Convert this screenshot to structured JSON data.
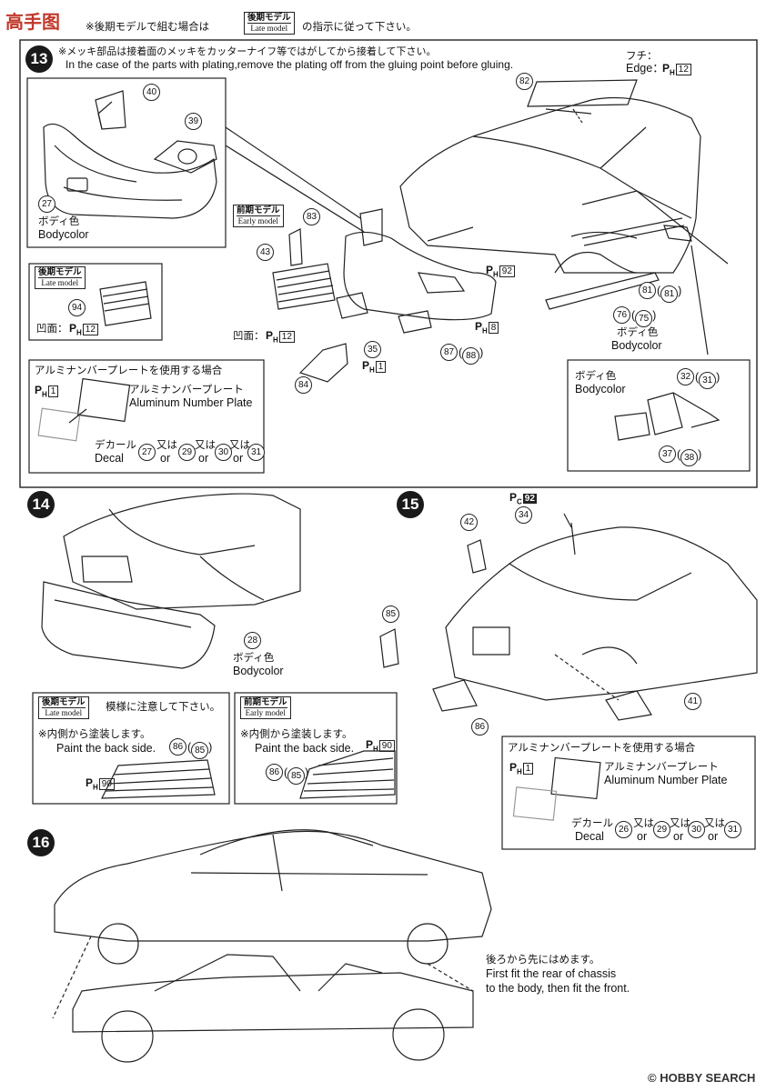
{
  "header": {
    "prefix": "※後期モデルで組む場合は",
    "pill_jp": "後期モデル",
    "pill_en": "Late model",
    "suffix": "の指示に従って下さい。"
  },
  "watermark": {
    "top": "HOBBY SEARCH",
    "corner": "高手图"
  },
  "step13": {
    "number": "13",
    "note_jp": "※メッキ部品は接着面のメッキをカッターナイフ等ではがしてから接着して下さい。",
    "note_en": "In the case of the parts with plating,remove the plating off from the gluing point before gluing.",
    "edge_jp": "フチ：",
    "edge_en": "Edge：",
    "edge_ref": "12",
    "early_pill_jp": "前期モデル",
    "early_pill_en": "Early model",
    "late_pill_jp": "後期モデル",
    "late_pill_en": "Late model",
    "bodycolor_jp": "ボディ色",
    "bodycolor_en": "Bodycolor",
    "concave_jp": "凹面：",
    "parts": [
      "82",
      "40",
      "39",
      "27",
      "83",
      "43",
      "94",
      "35",
      "87",
      "88",
      "84",
      "81",
      "76",
      "75",
      "32",
      "31",
      "37",
      "38"
    ],
    "ref_92": "92",
    "ref_8": "8",
    "ref_1": "1",
    "ref_12": "12",
    "alu_title": "アルミナンバープレートを使用する場合",
    "alu_jp": "アルミナンバープレート",
    "alu_en": "Aluminum Number Plate",
    "decal_jp": "デカール",
    "decal_en": "Decal",
    "or_jp": "又は",
    "or_en": "or",
    "decal_parts": [
      "27",
      "29",
      "30",
      "31"
    ]
  },
  "step14": {
    "number": "14",
    "part": "28",
    "bodycolor_jp": "ボディ色",
    "bodycolor_en": "Bodycolor",
    "late_pill_jp": "後期モデル",
    "late_pill_en": "Late model",
    "late_note": "模様に注意して下さい。",
    "early_pill_jp": "前期モデル",
    "early_pill_en": "Early model",
    "paint_jp": "※内側から塗装します。",
    "paint_en": "Paint the back side.",
    "parts_86": "86",
    "parts_85": "85",
    "ref_90": "90"
  },
  "step15": {
    "number": "15",
    "pc_ref": "92",
    "parts": [
      "34",
      "42",
      "85",
      "86",
      "41"
    ],
    "alu_title": "アルミナンバープレートを使用する場合",
    "alu_jp": "アルミナンバープレート",
    "alu_en": "Aluminum Number Plate",
    "decal_jp": "デカール",
    "decal_en": "Decal",
    "or_jp": "又は",
    "or_en": "or",
    "decal_parts": [
      "26",
      "29",
      "30",
      "31"
    ],
    "ref_1": "1"
  },
  "step16": {
    "number": "16",
    "note_jp": "後ろから先にはめます。",
    "note_en1": "First fit the rear of chassis",
    "note_en2": "to the body, then fit the front."
  },
  "footer": {
    "brand": "HOBBY SEARCH",
    "copyright": "©"
  }
}
